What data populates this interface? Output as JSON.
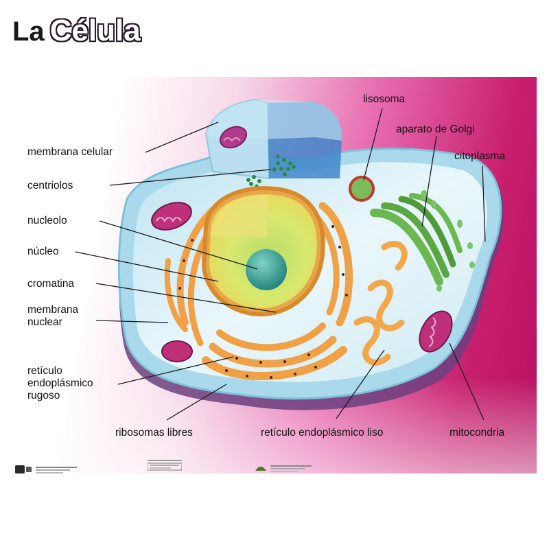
{
  "title": {
    "prefix": "La",
    "main": "Célula"
  },
  "labels": {
    "membrana_celular": "membrana celular",
    "centriolos": "centriolos",
    "nucleolo": "nucleolo",
    "nucleo": "núcleo",
    "cromatina": "cromatina",
    "membrana_nuclear": [
      "membrana",
      "nuclear"
    ],
    "reticulo_rugoso": [
      "retículo",
      "endoplásmico",
      "rugoso"
    ],
    "ribosomas_libres": "ribosomas libres",
    "reticulo_liso": "retículo endoplásmico liso",
    "mitocondria": "mitocondria",
    "lisosoma": "lisosoma",
    "aparato_golgi": "aparato de Golgi",
    "citoplasma": "citoplasma"
  },
  "colors": {
    "background_magenta": "#c8206f",
    "membrane": "#9fd8ec",
    "cytoplasm": "#e8f6fb",
    "nucleus": "#d9e86a",
    "nucleolus": "#2e9b8c",
    "er": "#f2a84a",
    "golgi": "#5cae4a",
    "mitochondria": "#c0307a"
  }
}
